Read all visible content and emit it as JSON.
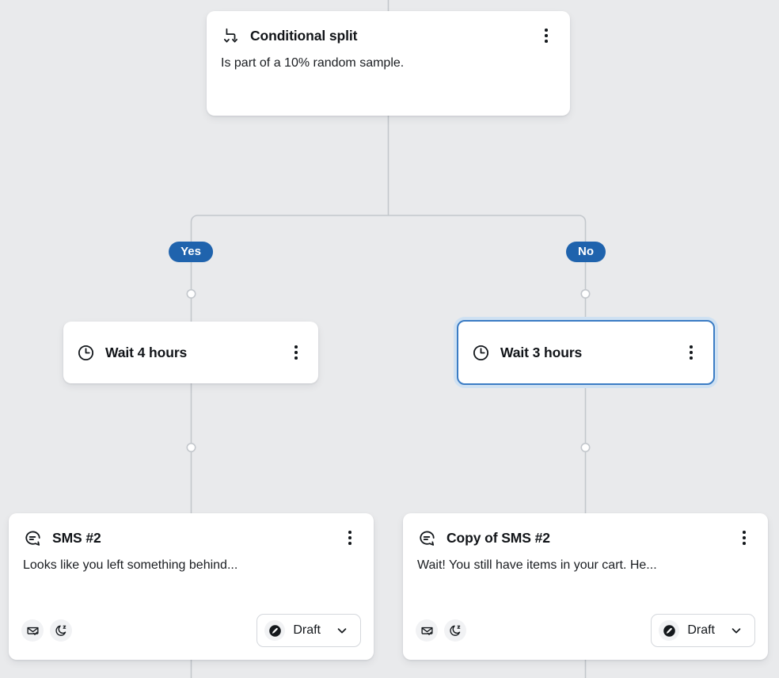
{
  "canvas": {
    "background_color": "#e9eaec",
    "connector_color": "#c3c7cc",
    "accent_color": "#1f63ad",
    "selected_border_color": "#3b7cc4",
    "selected_glow_color": "#cfe1f2"
  },
  "nodes": {
    "split": {
      "icon": "conditional-split-icon",
      "title": "Conditional split",
      "description": "Is part of a 10% random sample.",
      "menu": "kebab-menu"
    },
    "wait_left": {
      "icon": "clock-icon",
      "title": "Wait 4 hours",
      "menu": "kebab-menu"
    },
    "wait_right": {
      "icon": "clock-icon",
      "title": "Wait 3 hours",
      "menu": "kebab-menu",
      "selected": true
    },
    "sms_left": {
      "icon": "sms-message-icon",
      "title": "SMS #2",
      "preview": "Looks like you left something behind...",
      "footer_icons": [
        "envelope-check-icon",
        "moon-quiet-hours-icon"
      ],
      "status": {
        "icon": "draft-pencil-icon",
        "label": "Draft",
        "chevron": "chevron-down-icon"
      },
      "menu": "kebab-menu"
    },
    "sms_right": {
      "icon": "sms-message-icon",
      "title": "Copy of SMS #2",
      "preview": "Wait! You still have items in your cart. He...",
      "footer_icons": [
        "envelope-check-icon",
        "moon-quiet-hours-icon"
      ],
      "status": {
        "icon": "draft-pencil-icon",
        "label": "Draft",
        "chevron": "chevron-down-icon"
      },
      "menu": "kebab-menu"
    }
  },
  "branches": {
    "yes_label": "Yes",
    "no_label": "No"
  }
}
